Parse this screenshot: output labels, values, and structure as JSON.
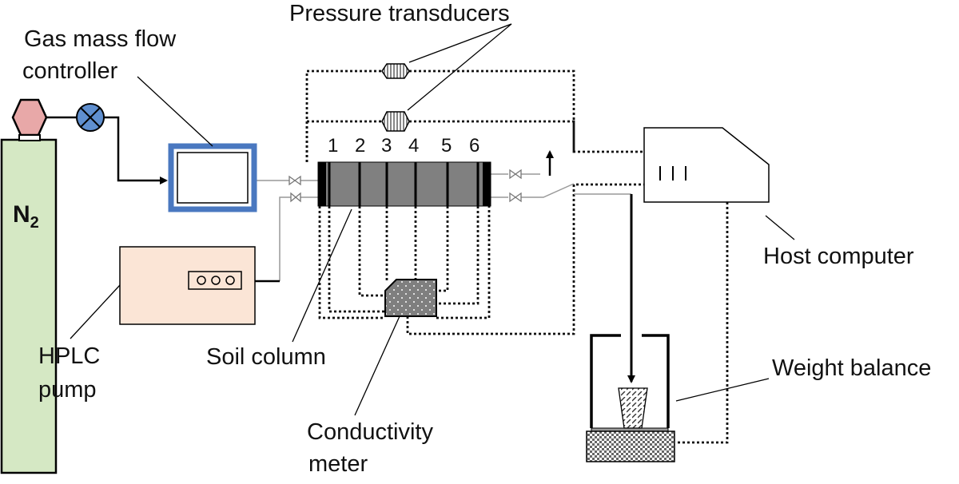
{
  "labels": {
    "pressure_transducers": "Pressure transducers",
    "gas_mfc_line1": "Gas mass flow",
    "gas_mfc_line2": "controller",
    "n2_main": "N",
    "n2_sub": "2",
    "hplc_line1": "HPLC",
    "hplc_line2": "pump",
    "soil_column": "Soil column",
    "conductivity_line1": "Conductivity",
    "conductivity_line2": "meter",
    "host_computer": "Host computer",
    "weight_balance": "Weight balance"
  },
  "column_ports": [
    "1",
    "2",
    "3",
    "4",
    "5",
    "6"
  ],
  "colors": {
    "cylinder_fill": "#d5e8c4",
    "cylinder_cap": "#e8a8a8",
    "valve_fill": "#5f8fcf",
    "controller_frame": "#4a78c0",
    "pump_fill": "#fbe5d6",
    "column_fill": "#808080",
    "meter_fill": "#7f7f7f"
  }
}
